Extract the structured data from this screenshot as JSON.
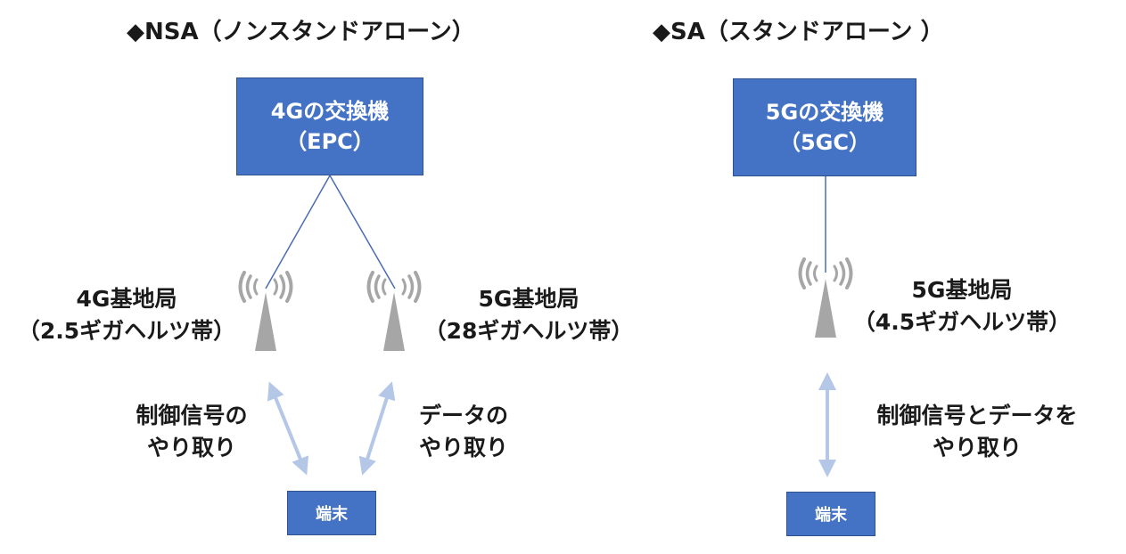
{
  "nsa": {
    "title": "◆NSA（ノンスタンドアローン）",
    "core": {
      "line1": "4Gの交換機",
      "line2": "（EPC）"
    },
    "base_4g": {
      "line1": "4G基地局",
      "line2": "（2.5ギガヘルツ帯）"
    },
    "base_5g": {
      "line1": "5G基地局",
      "line2": "（28ギガヘルツ帯）"
    },
    "control_label": {
      "line1": "制御信号の",
      "line2": "やり取り"
    },
    "data_label": {
      "line1": "データの",
      "line2": "やり取り"
    },
    "terminal": "端末"
  },
  "sa": {
    "title": "◆SA（スタンドアローン ）",
    "core": {
      "line1": "5Gの交換機",
      "line2": "（5GC）"
    },
    "base_5g": {
      "line1": "5G基地局",
      "line2": "（4.5ギガヘルツ帯）"
    },
    "combined_label": {
      "line1": "制御信号とデータを",
      "line2": "やり取り"
    },
    "terminal": "端末"
  },
  "colors": {
    "box_fill": "#4472c4",
    "box_border": "#2f528f",
    "connector_line": "#4a6cb3",
    "arrow": "#b4c7e7",
    "tower": "#a6a6a6",
    "text": "#1a1a1a"
  },
  "icons": [
    "antenna-tower-icon",
    "radio-wave-icon",
    "double-arrow-icon"
  ]
}
